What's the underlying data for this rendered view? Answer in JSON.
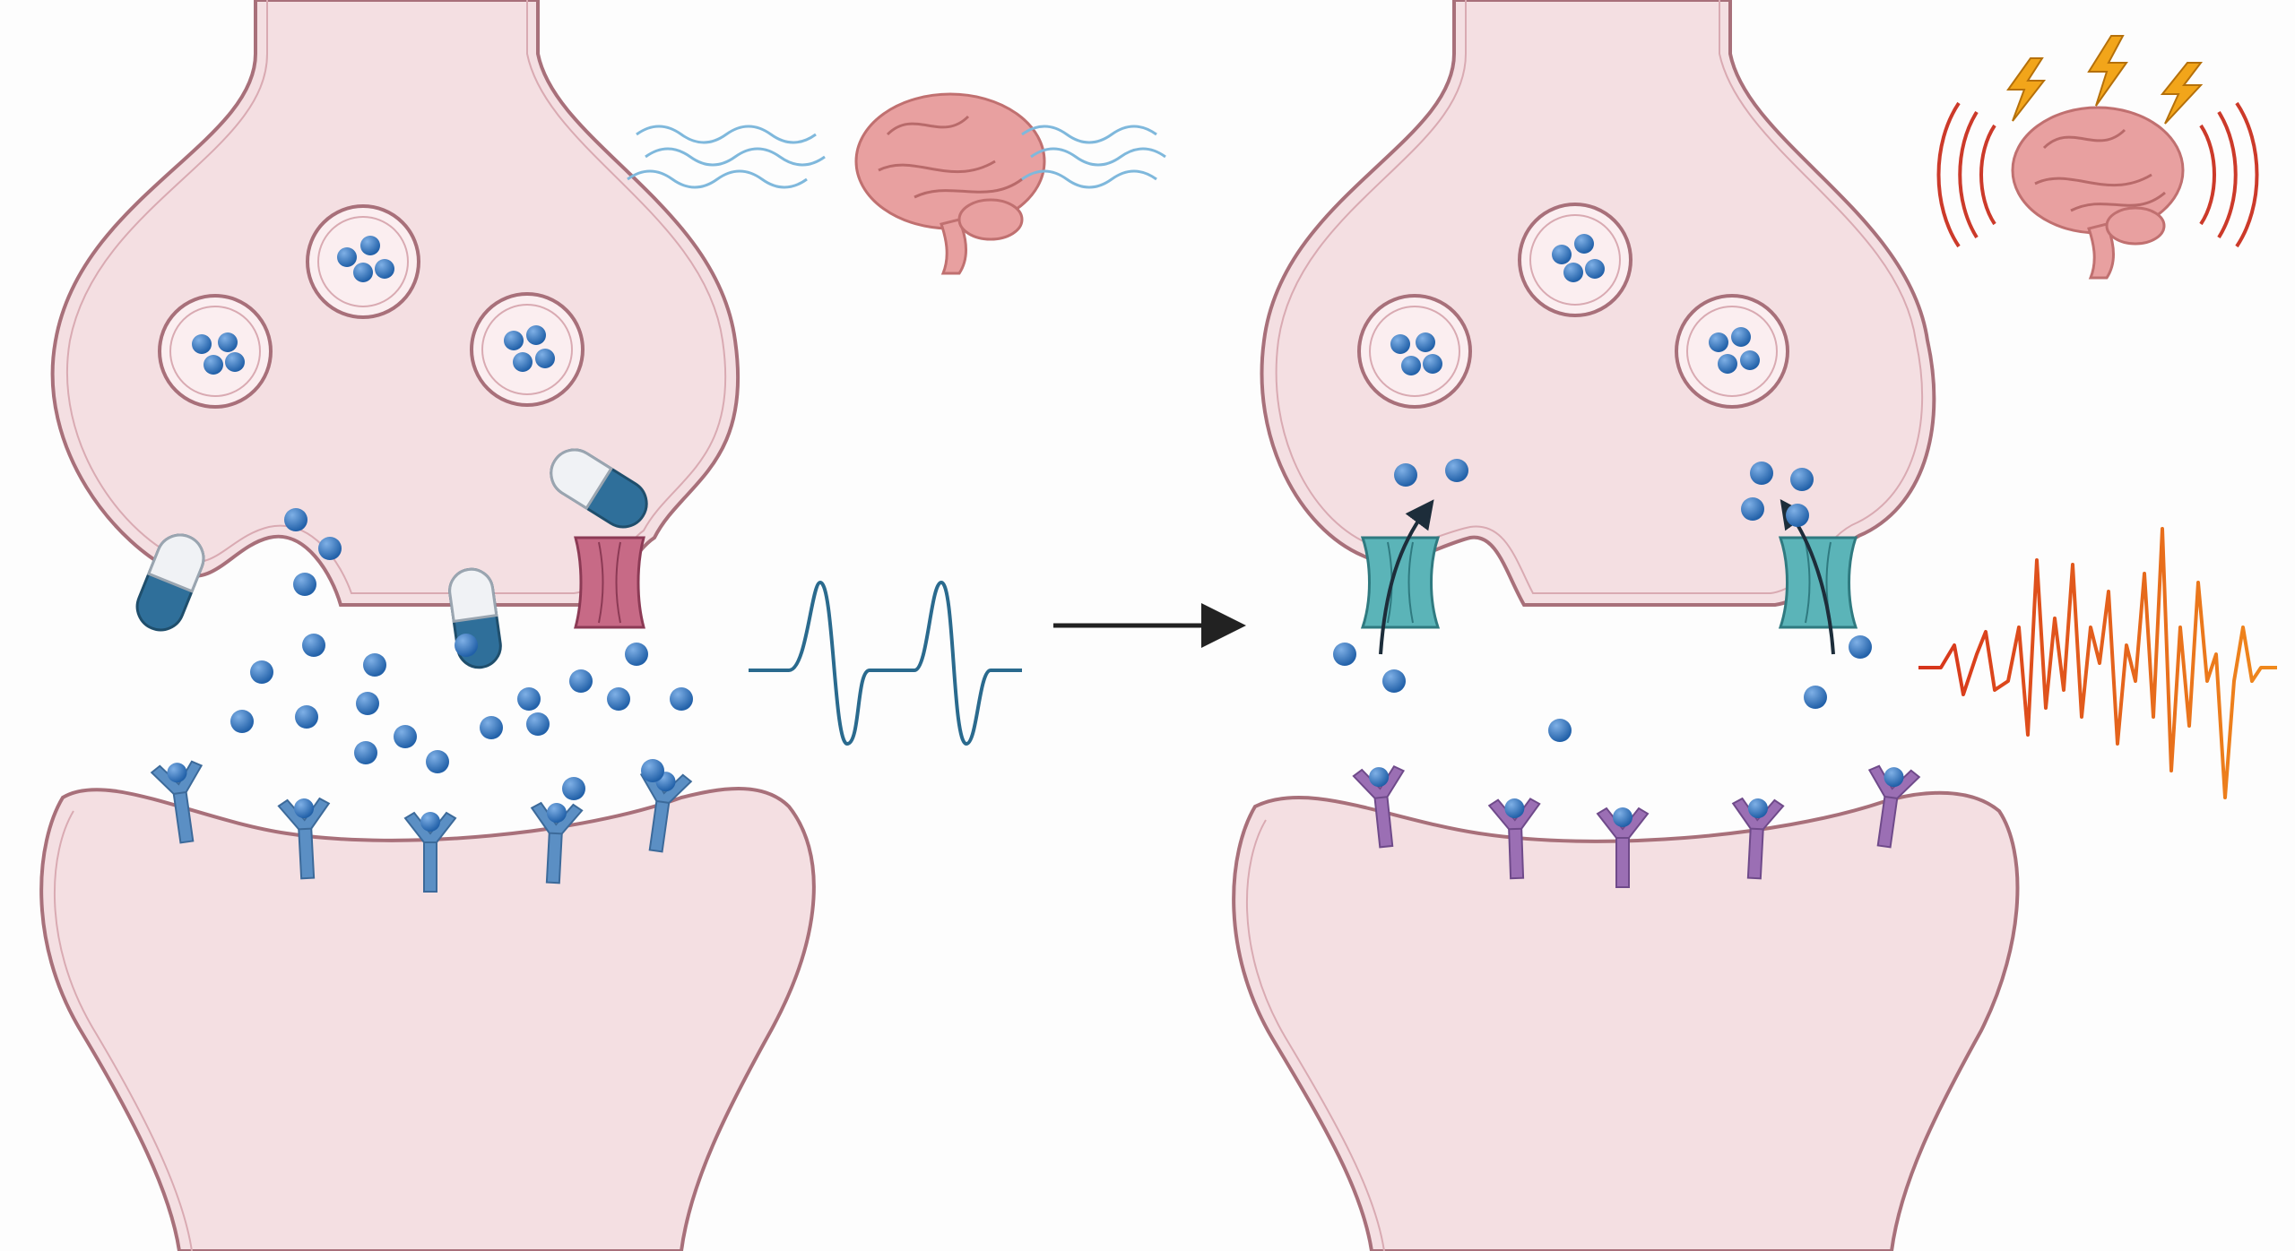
{
  "colors": {
    "background": "#fdfdfd",
    "neuron_fill": "#f4dfe2",
    "neuron_outline": "#a8707a",
    "neuron_inner_line": "#d9aab2",
    "vesicle_fill": "#fbeef0",
    "neurotransmitter": "#2f6fb6",
    "neurotransmitter_highlight": "#7fb0e6",
    "receptor_blue": "#5b8fc4",
    "receptor_purple": "#9b6fb4",
    "transporter_teal": "#5bb4b8",
    "blocked_transporter": "#c76a86",
    "pill_blue": "#2f6f9a",
    "pill_white": "#f0f2f5",
    "calm_wave": "#7fb8dc",
    "normal_signal": "#2a6a8e",
    "agitated_signal_red": "#d6331c",
    "agitated_signal_orange": "#f08a1c",
    "lightning": "#f2a51a",
    "agitation_arcs": "#cc3a2a",
    "arrow": "#222222",
    "brain": "#e8a0a0"
  },
  "panels": {
    "left": {
      "state": "transporters blocked by medication",
      "icons": [
        "calm-brain-icon",
        "pill-icon",
        "blocked-transporter-icon",
        "normal-signal-icon"
      ],
      "vesicle_count": 3,
      "receptor_count": 5,
      "pill_count": 3
    },
    "right": {
      "state": "transporters reuptaking neurotransmitter",
      "icons": [
        "agitated-brain-icon",
        "lightning-icon",
        "transporter-icon",
        "erratic-signal-icon"
      ],
      "vesicle_count": 3,
      "receptor_count": 5,
      "pill_count": 0
    }
  },
  "transition_arrow": "arrow-right-icon"
}
